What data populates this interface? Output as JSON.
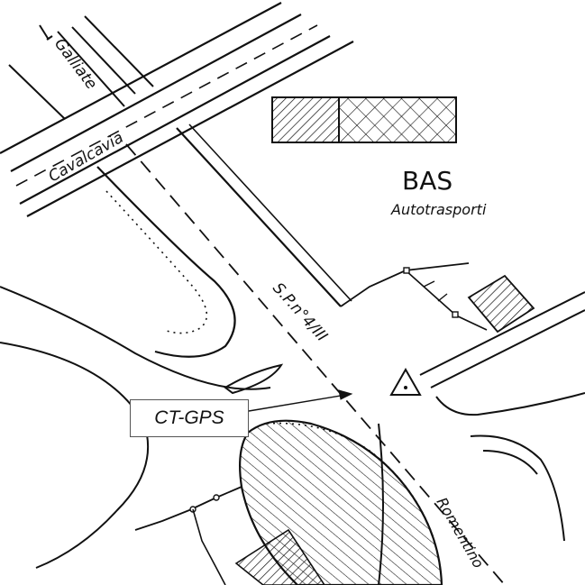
{
  "labels": {
    "galliate": "Galliate",
    "cavalcavia": "Cavalcavia",
    "company_name": "BAS",
    "company_subtitle": "Autotrasporti",
    "road_code": "S.P.n°4/III",
    "romentino": "Romentino",
    "station": "CT-GPS"
  },
  "colors": {
    "ink": "#111111",
    "paper": "#ffffff",
    "box_border": "#555555"
  }
}
